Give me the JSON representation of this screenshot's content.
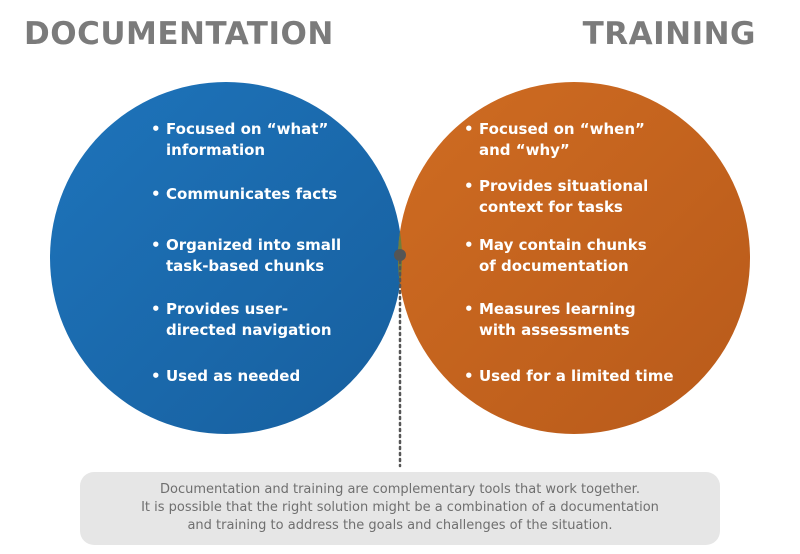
{
  "titles": {
    "left": "DOCUMENTATION",
    "right": "TRAINING"
  },
  "colors": {
    "documentation_circle": "#1b6aad",
    "training_circle": "#c4631e",
    "overlap": "#6e7f3a",
    "title_text": "#7b7b7b",
    "note_background": "#e6e6e6",
    "note_text": "#6f6f6f",
    "connector": "#555555"
  },
  "documentation": {
    "items": [
      "Focused on “what”\ninformation",
      "Communicates facts",
      "Organized into small\ntask-based chunks",
      "Provides user-\ndirected navigation",
      "Used as needed"
    ]
  },
  "training": {
    "items": [
      "Focused on “when”\nand “why”",
      "Provides situational\ncontext for tasks",
      "May contain chunks\nof documentation",
      "Measures learning\nwith assessments",
      "Used for a limited time"
    ]
  },
  "note": {
    "lines": [
      "Documentation and training are complementary tools that work together.",
      "It is possible that the right solution might be a combination of a documentation",
      "and training to address the goals and challenges of the situation."
    ]
  }
}
